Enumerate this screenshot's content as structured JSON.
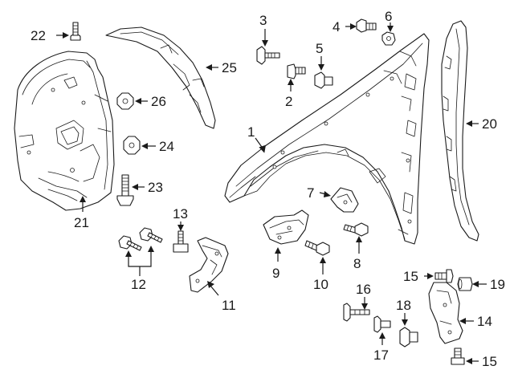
{
  "diagram": {
    "callouts": {
      "c1": "1",
      "c2": "2",
      "c3": "3",
      "c4": "4",
      "c5": "5",
      "c6": "6",
      "c7": "7",
      "c8": "8",
      "c9": "9",
      "c10": "10",
      "c11": "11",
      "c12": "12",
      "c13": "13",
      "c14": "14",
      "c15a": "15",
      "c15b": "15",
      "c16": "16",
      "c17": "17",
      "c18": "18",
      "c19": "19",
      "c20": "20",
      "c21": "21",
      "c22": "22",
      "c23": "23",
      "c24": "24",
      "c25": "25",
      "c26": "26"
    },
    "colors": {
      "ink": "#1a1a1a",
      "background": "#ffffff"
    }
  }
}
